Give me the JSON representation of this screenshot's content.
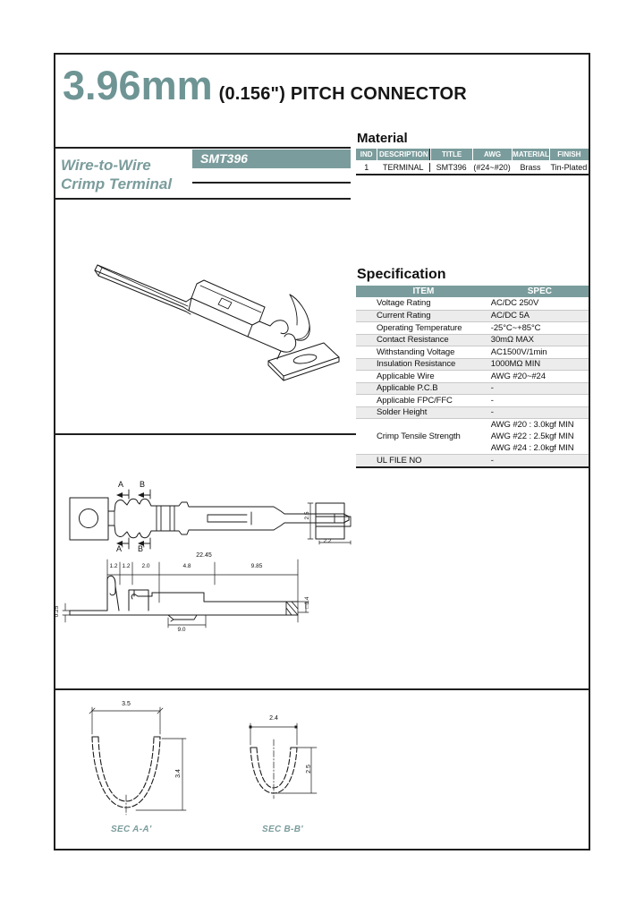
{
  "colors": {
    "accent_teal": "#7b9c9c",
    "title_teal": "#6e9494",
    "line_black": "#1f1f1f",
    "row_stripe": "#ececec"
  },
  "header": {
    "pitch": "3.96mm",
    "subtitle": "(0.156\") PITCH CONNECTOR"
  },
  "product": {
    "family_line1": "Wire-to-Wire",
    "family_line2": "Crimp Terminal",
    "model": "SMT396"
  },
  "material": {
    "heading": "Material",
    "columns": [
      "IND",
      "DESCRIPTION",
      "TITLE",
      "AWG",
      "MATERIAL",
      "FINISH"
    ],
    "row": {
      "ind": "1",
      "description": "TERMINAL",
      "title": "SMT396",
      "awg": "(#24~#20)",
      "material": "Brass",
      "finish": "Tin-Plated"
    }
  },
  "specification": {
    "heading": "Specification",
    "columns": [
      "ITEM",
      "SPEC"
    ],
    "rows": [
      {
        "item": "Voltage Rating",
        "spec": "AC/DC 250V"
      },
      {
        "item": "Current Rating",
        "spec": "AC/DC 5A"
      },
      {
        "item": "Operating Temperature",
        "spec": "-25°C~+85°C"
      },
      {
        "item": "Contact Resistance",
        "spec": "30mΩ MAX"
      },
      {
        "item": "Withstanding Voltage",
        "spec": "AC1500V/1min"
      },
      {
        "item": "Insulation Resistance",
        "spec": "1000MΩ MIN"
      },
      {
        "item": "Applicable Wire",
        "spec": "AWG #20~#24"
      },
      {
        "item": "Applicable P.C.B",
        "spec": "-"
      },
      {
        "item": "Applicable FPC/FFC",
        "spec": "-"
      },
      {
        "item": "Solder Height",
        "spec": "-"
      },
      {
        "item": "Crimp Tensile Strength",
        "spec_lines": [
          "AWG #20 : 3.0kgf MIN",
          "AWG #22 : 2.5kgf MIN",
          "AWG #24 : 2.0kgf MIN"
        ]
      },
      {
        "item": "UL FILE NO",
        "spec": "-"
      }
    ]
  },
  "drawings": {
    "top_view": {
      "section_a": "A",
      "section_a_prime": "A'",
      "section_b": "B",
      "section_b_prime": "B'",
      "end_view_height": "2.5",
      "end_view_width": "2.2"
    },
    "side_view": {
      "overall_length": "22.45",
      "segments": [
        "1.2",
        "1.2",
        "2.0",
        "4.8",
        "9.85"
      ],
      "pin_square": "□1.4",
      "lance_length": "9.0",
      "thickness": "0.25"
    },
    "section_aa": {
      "label": "SEC A-A'",
      "width": "3.5",
      "height": "3.4"
    },
    "section_bb": {
      "label": "SEC B-B'",
      "width": "2.4",
      "height": "2.5"
    }
  }
}
